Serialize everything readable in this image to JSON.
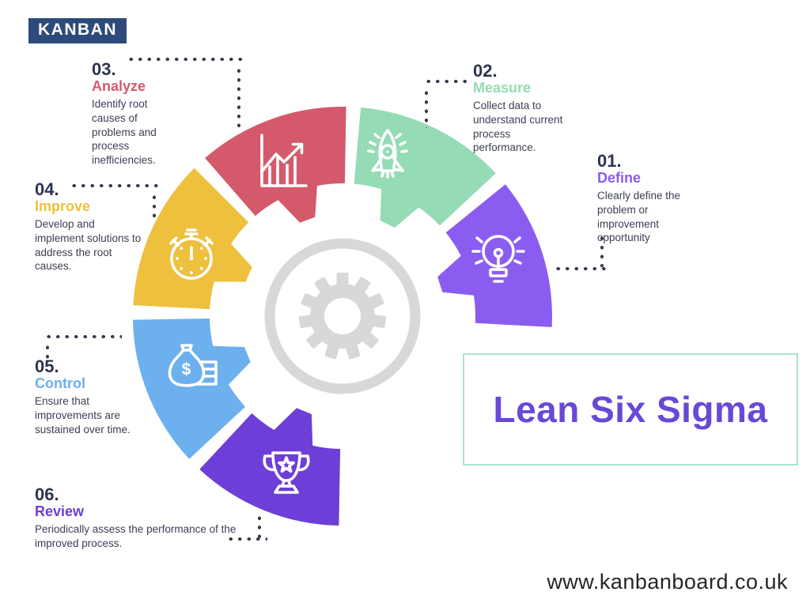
{
  "brand": {
    "logo_text": "KANBAN",
    "logo_bg": "#2d4a7a"
  },
  "title_box": {
    "text": "Lean Six Sigma",
    "text_color": "#6848d6",
    "border_color": "#a9e5c9"
  },
  "footer": {
    "url": "www.kanbanboard.co.uk"
  },
  "center_gear": {
    "color": "#d8d8db",
    "icon": "gear-icon"
  },
  "connector_dot_color": "#383d4e",
  "steps": [
    {
      "number": "01.",
      "title": "Define",
      "description": "Clearly define the problem or improvement opportunity",
      "color": "#8b5cf0",
      "icon": "lightbulb-icon"
    },
    {
      "number": "02.",
      "title": "Measure",
      "description": "Collect data to understand current process performance.",
      "color": "#94dbb6",
      "icon": "rocket-icon"
    },
    {
      "number": "03.",
      "title": "Analyze",
      "description": "Identify root causes of problems and process inefficiencies.",
      "color": "#d45a6b",
      "icon": "bar-chart-icon"
    },
    {
      "number": "04.",
      "title": "Improve",
      "description": "Develop and implement solutions to address the root causes.",
      "color": "#eec03e",
      "icon": "stopwatch-icon"
    },
    {
      "number": "05.",
      "title": "Control",
      "description": "Ensure that improvements are sustained over time.",
      "color": "#6cb0ee",
      "icon": "money-bag-icon"
    },
    {
      "number": "06.",
      "title": "Review",
      "description": "Periodically assess the performance of the improved process.",
      "color": "#6d3ed8",
      "icon": "trophy-icon"
    }
  ]
}
